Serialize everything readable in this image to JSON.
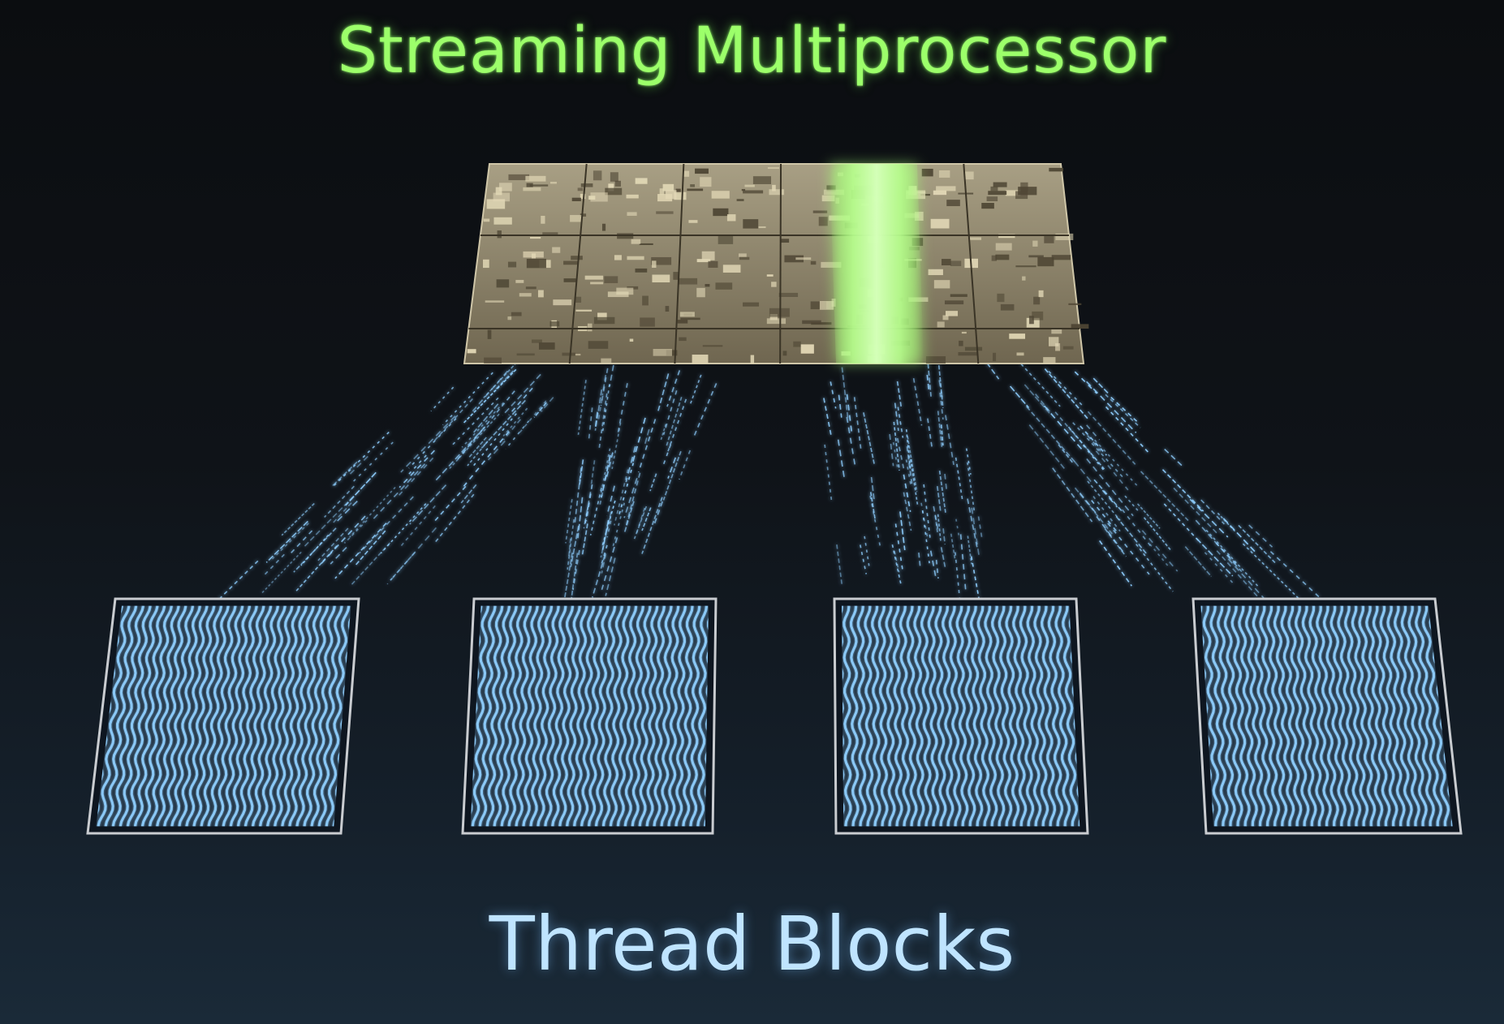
{
  "diagram": {
    "title": "Streaming Multiprocessor",
    "subtitle": "Thread Blocks",
    "nodes": [
      {
        "id": "sm",
        "kind": "chip-die",
        "label": "Streaming Multiprocessor"
      },
      {
        "id": "block-1",
        "kind": "thread-block"
      },
      {
        "id": "block-2",
        "kind": "thread-block"
      },
      {
        "id": "block-3",
        "kind": "thread-block"
      },
      {
        "id": "block-4",
        "kind": "thread-block"
      }
    ],
    "edges": [
      {
        "from": "block-1",
        "to": "sm",
        "style": "thread-streams"
      },
      {
        "from": "block-2",
        "to": "sm",
        "style": "thread-streams"
      },
      {
        "from": "block-3",
        "to": "sm",
        "style": "thread-streams"
      },
      {
        "from": "block-4",
        "to": "sm",
        "style": "thread-streams"
      }
    ]
  },
  "colors": {
    "title": "#9cff6a",
    "subtitle": "#bfe4ff",
    "thread": "#8fcfff",
    "chip": "#b9ad8e",
    "glow": "#a8ff7a",
    "background": "#0f1318"
  }
}
